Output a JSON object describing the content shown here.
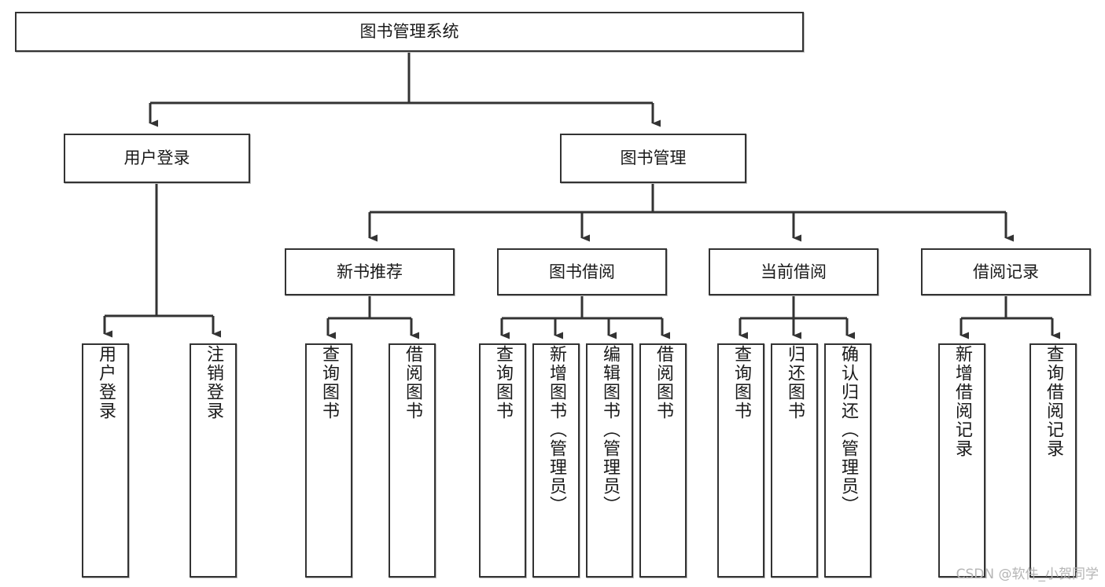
{
  "diagram": {
    "title": "图书管理系统",
    "type": "hierarchy-tree",
    "orientation": "top-down",
    "watermark": "CSDN @软件_小贺同学",
    "colors": {
      "box_border": "#333333",
      "box_fill": "#ffffff",
      "connector": "#333333",
      "text": "#1a1a1a",
      "watermark": "#b5b5b5"
    },
    "levels": {
      "root": {
        "label": "图书管理系统"
      },
      "level2": [
        {
          "id": "user-login",
          "label": "用户登录"
        },
        {
          "id": "book-manage",
          "label": "图书管理"
        }
      ],
      "level3": [
        {
          "id": "new-book-rec",
          "label": "新书推荐",
          "parent": "book-manage"
        },
        {
          "id": "book-borrow",
          "label": "图书借阅",
          "parent": "book-manage"
        },
        {
          "id": "current-borrow",
          "label": "当前借阅",
          "parent": "book-manage"
        },
        {
          "id": "borrow-record",
          "label": "借阅记录",
          "parent": "book-manage"
        }
      ],
      "leaves": [
        {
          "id": "leaf-user-login",
          "label": "用户登录",
          "parent": "user-login"
        },
        {
          "id": "leaf-user-logout",
          "label": "注销登录",
          "parent": "user-login"
        },
        {
          "id": "leaf-query-book-rec",
          "label": "查询图书",
          "parent": "new-book-rec"
        },
        {
          "id": "leaf-borrow-book-rec",
          "label": "借阅图书",
          "parent": "new-book-rec"
        },
        {
          "id": "leaf-query-book-borrow",
          "label": "查询图书",
          "parent": "book-borrow"
        },
        {
          "id": "leaf-add-book",
          "label": "新增图书（管理员）",
          "parent": "book-borrow"
        },
        {
          "id": "leaf-edit-book",
          "label": "编辑图书（管理员）",
          "parent": "book-borrow"
        },
        {
          "id": "leaf-borrow-book",
          "label": "借阅图书",
          "parent": "book-borrow"
        },
        {
          "id": "leaf-query-book-current",
          "label": "查询图书",
          "parent": "current-borrow"
        },
        {
          "id": "leaf-return-book",
          "label": "归还图书",
          "parent": "current-borrow"
        },
        {
          "id": "leaf-confirm-return",
          "label": "确认归还（管理员）",
          "parent": "current-borrow"
        },
        {
          "id": "leaf-add-record",
          "label": "新增借阅记录",
          "parent": "borrow-record"
        },
        {
          "id": "leaf-query-record",
          "label": "查询借阅记录",
          "parent": "borrow-record"
        }
      ]
    }
  }
}
